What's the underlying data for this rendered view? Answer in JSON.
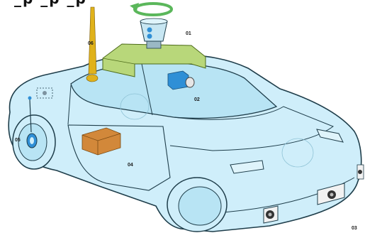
{
  "header_fragment": "  _p    _p    _p",
  "labels": {
    "l01": "01",
    "l02": "02",
    "l03": "03",
    "l04": "04",
    "l05": "05",
    "l06": "06"
  },
  "colors": {
    "body_fill": "#cfeefa",
    "body_stroke": "#1e3d4a",
    "glass_fill": "#b8e4f4",
    "lidar_mount": "#b8d77a",
    "lidar_head": "#c7e6f2",
    "camera": "#2f8fd6",
    "box": "#d2883a",
    "antenna": "#e0b21a",
    "rotate_arrow": "#5bb75b"
  },
  "icons": {
    "rotation": "rotate-arrow-icon",
    "lidar": "lidar-sensor-icon",
    "camera": "camera-icon",
    "computer": "computer-box-icon",
    "wheel_sensor": "wheel-encoder-icon",
    "gps": "gps-antenna-icon",
    "radar": "radar-sensor-icon"
  }
}
